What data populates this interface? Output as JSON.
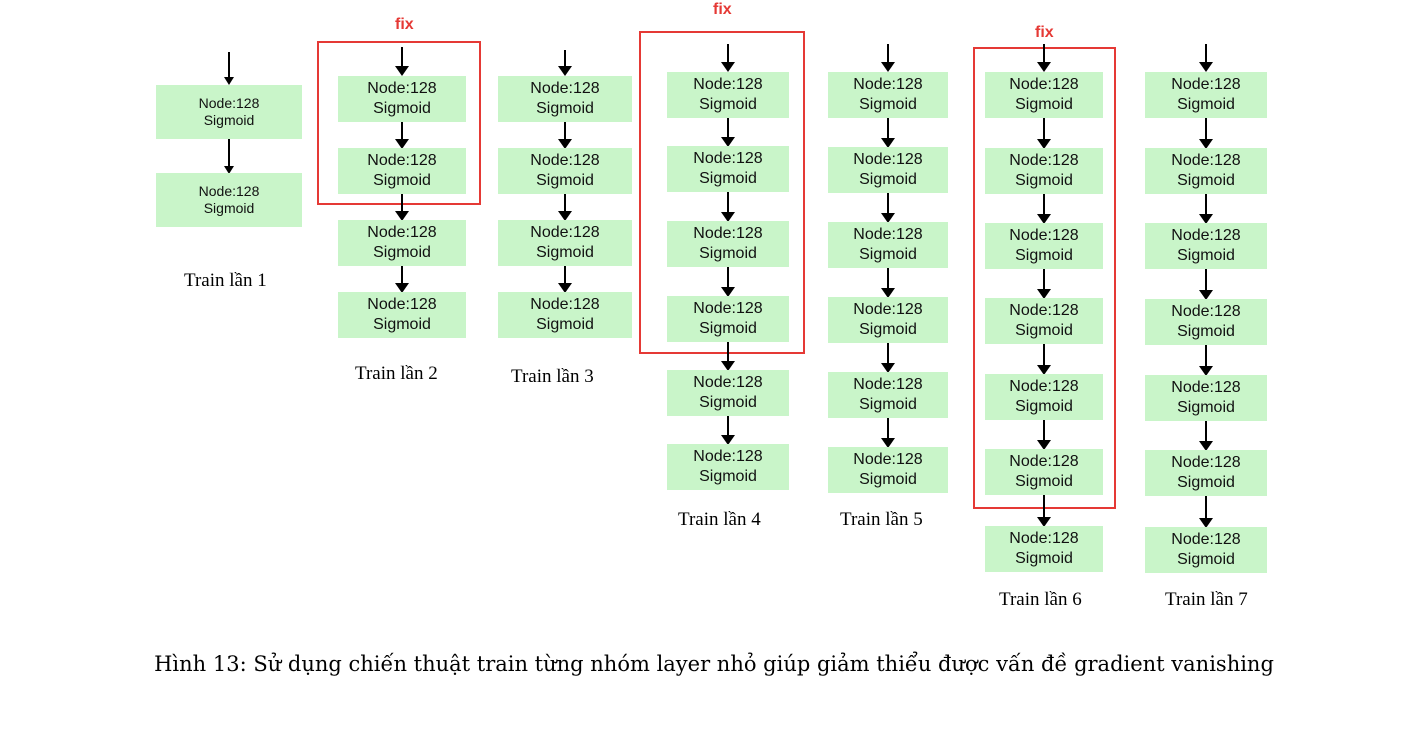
{
  "fix_label": "fix",
  "caption": "Hình 13: Sử dụng chiến thuật train từng nhóm layer nhỏ giúp giảm thiểu được vấn đề gradient vanishing",
  "columns": [
    {
      "train_label": "Train lần 1",
      "nodes": [
        {
          "title": "Node:128",
          "activation": "Sigmoid"
        },
        {
          "title": "Node:128",
          "activation": "Sigmoid"
        }
      ],
      "fixed_nodes": 0
    },
    {
      "train_label": "Train lần 2",
      "nodes": [
        {
          "title": "Node:128",
          "activation": "Sigmoid"
        },
        {
          "title": "Node:128",
          "activation": "Sigmoid"
        },
        {
          "title": "Node:128",
          "activation": "Sigmoid"
        },
        {
          "title": "Node:128",
          "activation": "Sigmoid"
        }
      ],
      "fixed_nodes": 2
    },
    {
      "train_label": "Train lần 3",
      "nodes": [
        {
          "title": "Node:128",
          "activation": "Sigmoid"
        },
        {
          "title": "Node:128",
          "activation": "Sigmoid"
        },
        {
          "title": "Node:128",
          "activation": "Sigmoid"
        },
        {
          "title": "Node:128",
          "activation": "Sigmoid"
        }
      ],
      "fixed_nodes": 0
    },
    {
      "train_label": "Train lần 4",
      "nodes": [
        {
          "title": "Node:128",
          "activation": "Sigmoid"
        },
        {
          "title": "Node:128",
          "activation": "Sigmoid"
        },
        {
          "title": "Node:128",
          "activation": "Sigmoid"
        },
        {
          "title": "Node:128",
          "activation": "Sigmoid"
        },
        {
          "title": "Node:128",
          "activation": "Sigmoid"
        },
        {
          "title": "Node:128",
          "activation": "Sigmoid"
        }
      ],
      "fixed_nodes": 4
    },
    {
      "train_label": "Train lần 5",
      "nodes": [
        {
          "title": "Node:128",
          "activation": "Sigmoid"
        },
        {
          "title": "Node:128",
          "activation": "Sigmoid"
        },
        {
          "title": "Node:128",
          "activation": "Sigmoid"
        },
        {
          "title": "Node:128",
          "activation": "Sigmoid"
        },
        {
          "title": "Node:128",
          "activation": "Sigmoid"
        },
        {
          "title": "Node:128",
          "activation": "Sigmoid"
        }
      ],
      "fixed_nodes": 0
    },
    {
      "train_label": "Train lần 6",
      "nodes": [
        {
          "title": "Node:128",
          "activation": "Sigmoid"
        },
        {
          "title": "Node:128",
          "activation": "Sigmoid"
        },
        {
          "title": "Node:128",
          "activation": "Sigmoid"
        },
        {
          "title": "Node:128",
          "activation": "Sigmoid"
        },
        {
          "title": "Node:128",
          "activation": "Sigmoid"
        },
        {
          "title": "Node:128",
          "activation": "Sigmoid"
        },
        {
          "title": "Node:128",
          "activation": "Sigmoid"
        }
      ],
      "fixed_nodes": 6
    },
    {
      "train_label": "Train lần 7",
      "nodes": [
        {
          "title": "Node:128",
          "activation": "Sigmoid"
        },
        {
          "title": "Node:128",
          "activation": "Sigmoid"
        },
        {
          "title": "Node:128",
          "activation": "Sigmoid"
        },
        {
          "title": "Node:128",
          "activation": "Sigmoid"
        },
        {
          "title": "Node:128",
          "activation": "Sigmoid"
        },
        {
          "title": "Node:128",
          "activation": "Sigmoid"
        },
        {
          "title": "Node:128",
          "activation": "Sigmoid"
        }
      ],
      "fixed_nodes": 0
    }
  ],
  "colors": {
    "node_fill": "#c9f5c9",
    "fix_box": "#e53935",
    "arrow": "#000000"
  }
}
